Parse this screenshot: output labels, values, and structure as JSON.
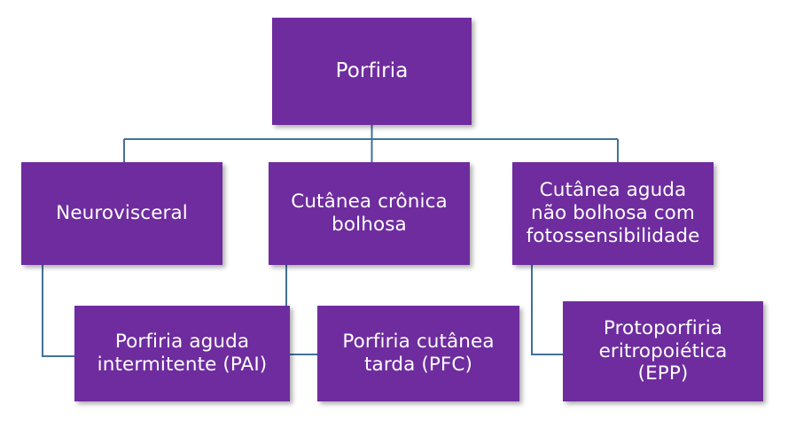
{
  "diagram": {
    "type": "hierarchy-tree",
    "title": "Porfiria",
    "colors": {
      "node_fill": "#6E2C9F",
      "node_text": "#FFFFFF",
      "connector": "#41719C",
      "background": "#FFFFFF"
    },
    "nodes": {
      "root": {
        "id": "porfiria",
        "label": "Porfiria",
        "level": 1
      },
      "level2": [
        {
          "id": "neurovisceral",
          "label": "Neurovisceral",
          "level": 2
        },
        {
          "id": "cutanea-cronica-bolhosa",
          "label": "Cutânea crônica\nbolhosa",
          "level": 2
        },
        {
          "id": "cutanea-aguda-nao-bolhosa",
          "label": "Cutânea aguda\nnão bolhosa com\nfotossensibilidade",
          "level": 2
        }
      ],
      "level3": [
        {
          "id": "pai",
          "label": "Porfiria aguda\nintermitente (PAI)",
          "level": 3,
          "parent": "neurovisceral"
        },
        {
          "id": "pfc",
          "label": "Porfiria cutânea\ntarda (PFC)",
          "level": 3,
          "parent": "cutanea-cronica-bolhosa"
        },
        {
          "id": "epp",
          "label": "Protoporfiria\neritropoiética\n(EPP)",
          "level": 3,
          "parent": "cutanea-aguda-nao-bolhosa"
        }
      ]
    }
  }
}
